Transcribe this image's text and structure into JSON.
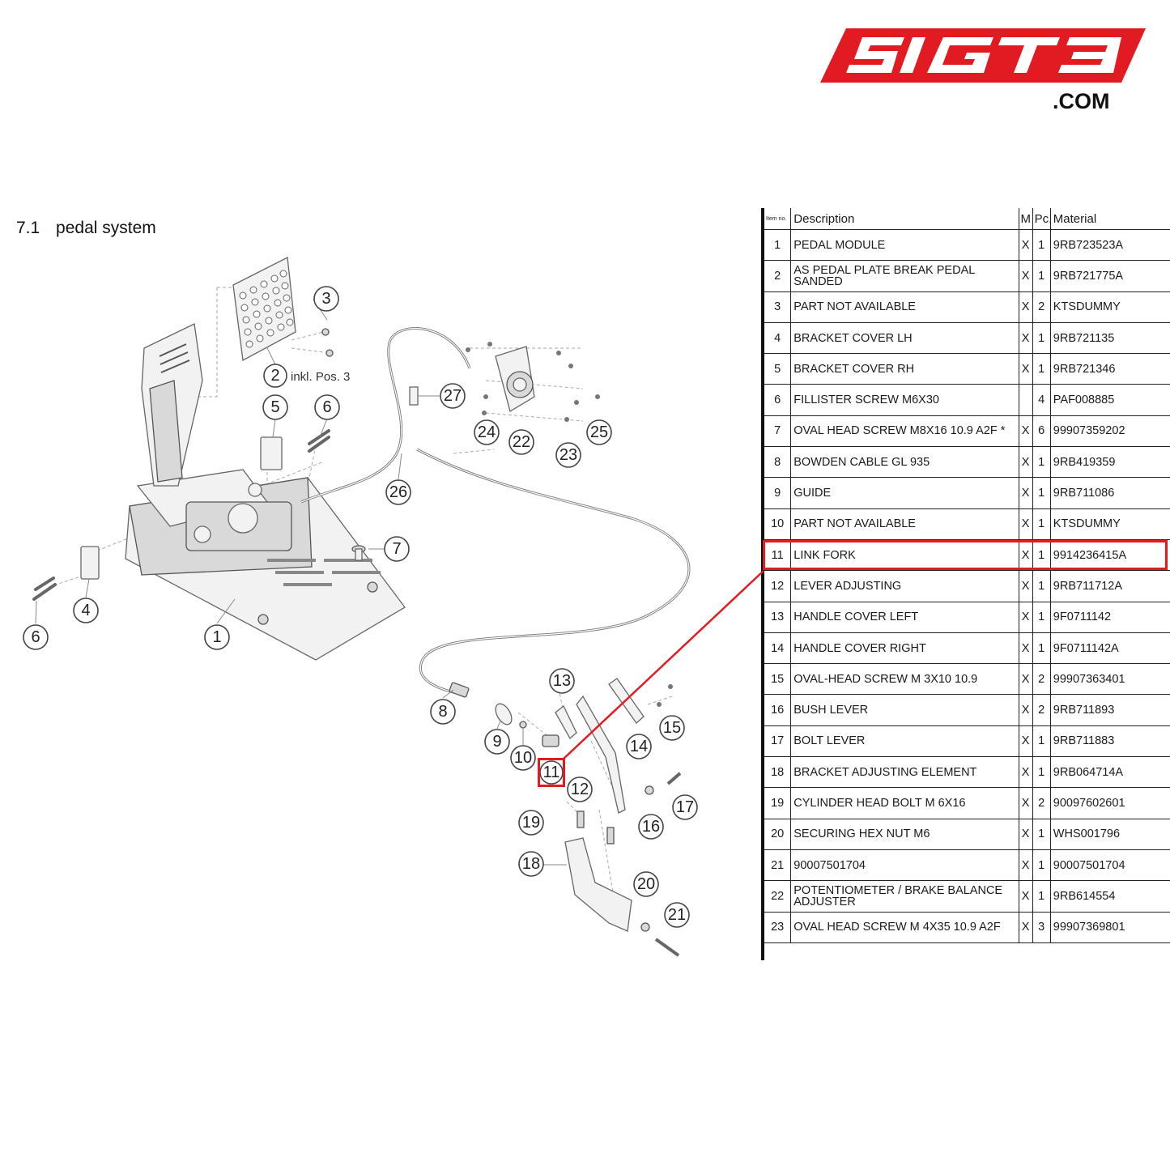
{
  "brand": {
    "logo_text": "SIGT3",
    "logo_suffix": ".COM",
    "accent_color": "#e21b23"
  },
  "section": {
    "number": "7.1",
    "title": "pedal system"
  },
  "diagram": {
    "callouts": [
      {
        "label": "1"
      },
      {
        "label": "2"
      },
      {
        "label": "3"
      },
      {
        "label": "4"
      },
      {
        "label": "5"
      },
      {
        "label": "6"
      },
      {
        "label": "6"
      },
      {
        "label": "7"
      },
      {
        "label": "8"
      },
      {
        "label": "9"
      },
      {
        "label": "10"
      },
      {
        "label": "11"
      },
      {
        "label": "12"
      },
      {
        "label": "13"
      },
      {
        "label": "14"
      },
      {
        "label": "15"
      },
      {
        "label": "16"
      },
      {
        "label": "17"
      },
      {
        "label": "18"
      },
      {
        "label": "19"
      },
      {
        "label": "20"
      },
      {
        "label": "21"
      },
      {
        "label": "22"
      },
      {
        "label": "23"
      },
      {
        "label": "24"
      },
      {
        "label": "25"
      },
      {
        "label": "26"
      },
      {
        "label": "27"
      }
    ],
    "note_2": "inkl. Pos. 3",
    "highlighted_item": "11"
  },
  "table": {
    "headers": {
      "item": "Item no.",
      "description": "Description",
      "m": "M",
      "pc": "Pc.",
      "material": "Material"
    },
    "rows": [
      {
        "item": "1",
        "description": "PEDAL MODULE",
        "m": "X",
        "pc": "1",
        "material": "9RB723523A"
      },
      {
        "item": "2",
        "description": "AS PEDAL PLATE BREAK PEDAL SANDED",
        "m": "X",
        "pc": "1",
        "material": "9RB721775A"
      },
      {
        "item": "3",
        "description": "PART NOT AVAILABLE",
        "m": "X",
        "pc": "2",
        "material": "KTSDUMMY"
      },
      {
        "item": "4",
        "description": "BRACKET COVER LH",
        "m": "X",
        "pc": "1",
        "material": "9RB721135"
      },
      {
        "item": "5",
        "description": "BRACKET COVER RH",
        "m": "X",
        "pc": "1",
        "material": "9RB721346"
      },
      {
        "item": "6",
        "description": "FILLISTER SCREW M6X30",
        "m": "",
        "pc": "4",
        "material": "PAF008885"
      },
      {
        "item": "7",
        "description": "OVAL HEAD SCREW M8X16 10.9 A2F *",
        "m": "X",
        "pc": "6",
        "material": "99907359202"
      },
      {
        "item": "8",
        "description": "BOWDEN CABLE GL 935",
        "m": "X",
        "pc": "1",
        "material": "9RB419359"
      },
      {
        "item": "9",
        "description": "GUIDE",
        "m": "X",
        "pc": "1",
        "material": "9RB711086"
      },
      {
        "item": "10",
        "description": "PART NOT AVAILABLE",
        "m": "X",
        "pc": "1",
        "material": "KTSDUMMY"
      },
      {
        "item": "11",
        "description": "LINK FORK",
        "m": "X",
        "pc": "1",
        "material": "9914236415A"
      },
      {
        "item": "12",
        "description": "LEVER ADJUSTING",
        "m": "X",
        "pc": "1",
        "material": "9RB711712A"
      },
      {
        "item": "13",
        "description": "HANDLE COVER LEFT",
        "m": "X",
        "pc": "1",
        "material": "9F0711142"
      },
      {
        "item": "14",
        "description": "HANDLE COVER RIGHT",
        "m": "X",
        "pc": "1",
        "material": "9F0711142A"
      },
      {
        "item": "15",
        "description": "OVAL-HEAD SCREW M 3X10 10.9",
        "m": "X",
        "pc": "2",
        "material": "99907363401"
      },
      {
        "item": "16",
        "description": "BUSH LEVER",
        "m": "X",
        "pc": "2",
        "material": "9RB711893"
      },
      {
        "item": "17",
        "description": "BOLT LEVER",
        "m": "X",
        "pc": "1",
        "material": "9RB711883"
      },
      {
        "item": "18",
        "description": "BRACKET ADJUSTING ELEMENT",
        "m": "X",
        "pc": "1",
        "material": "9RB064714A"
      },
      {
        "item": "19",
        "description": "CYLINDER HEAD BOLT M 6X16",
        "m": "X",
        "pc": "2",
        "material": "90097602601"
      },
      {
        "item": "20",
        "description": "SECURING HEX NUT M6",
        "m": "X",
        "pc": "1",
        "material": "WHS001796"
      },
      {
        "item": "21",
        "description": "90007501704",
        "m": "X",
        "pc": "1",
        "material": "90007501704"
      },
      {
        "item": "22",
        "description": "POTENTIOMETER / BRAKE BALANCE ADJUSTER",
        "m": "X",
        "pc": "1",
        "material": "9RB614554"
      },
      {
        "item": "23",
        "description": "OVAL HEAD SCREW M 4X35 10.9 A2F",
        "m": "X",
        "pc": "3",
        "material": "99907369801"
      }
    ]
  }
}
